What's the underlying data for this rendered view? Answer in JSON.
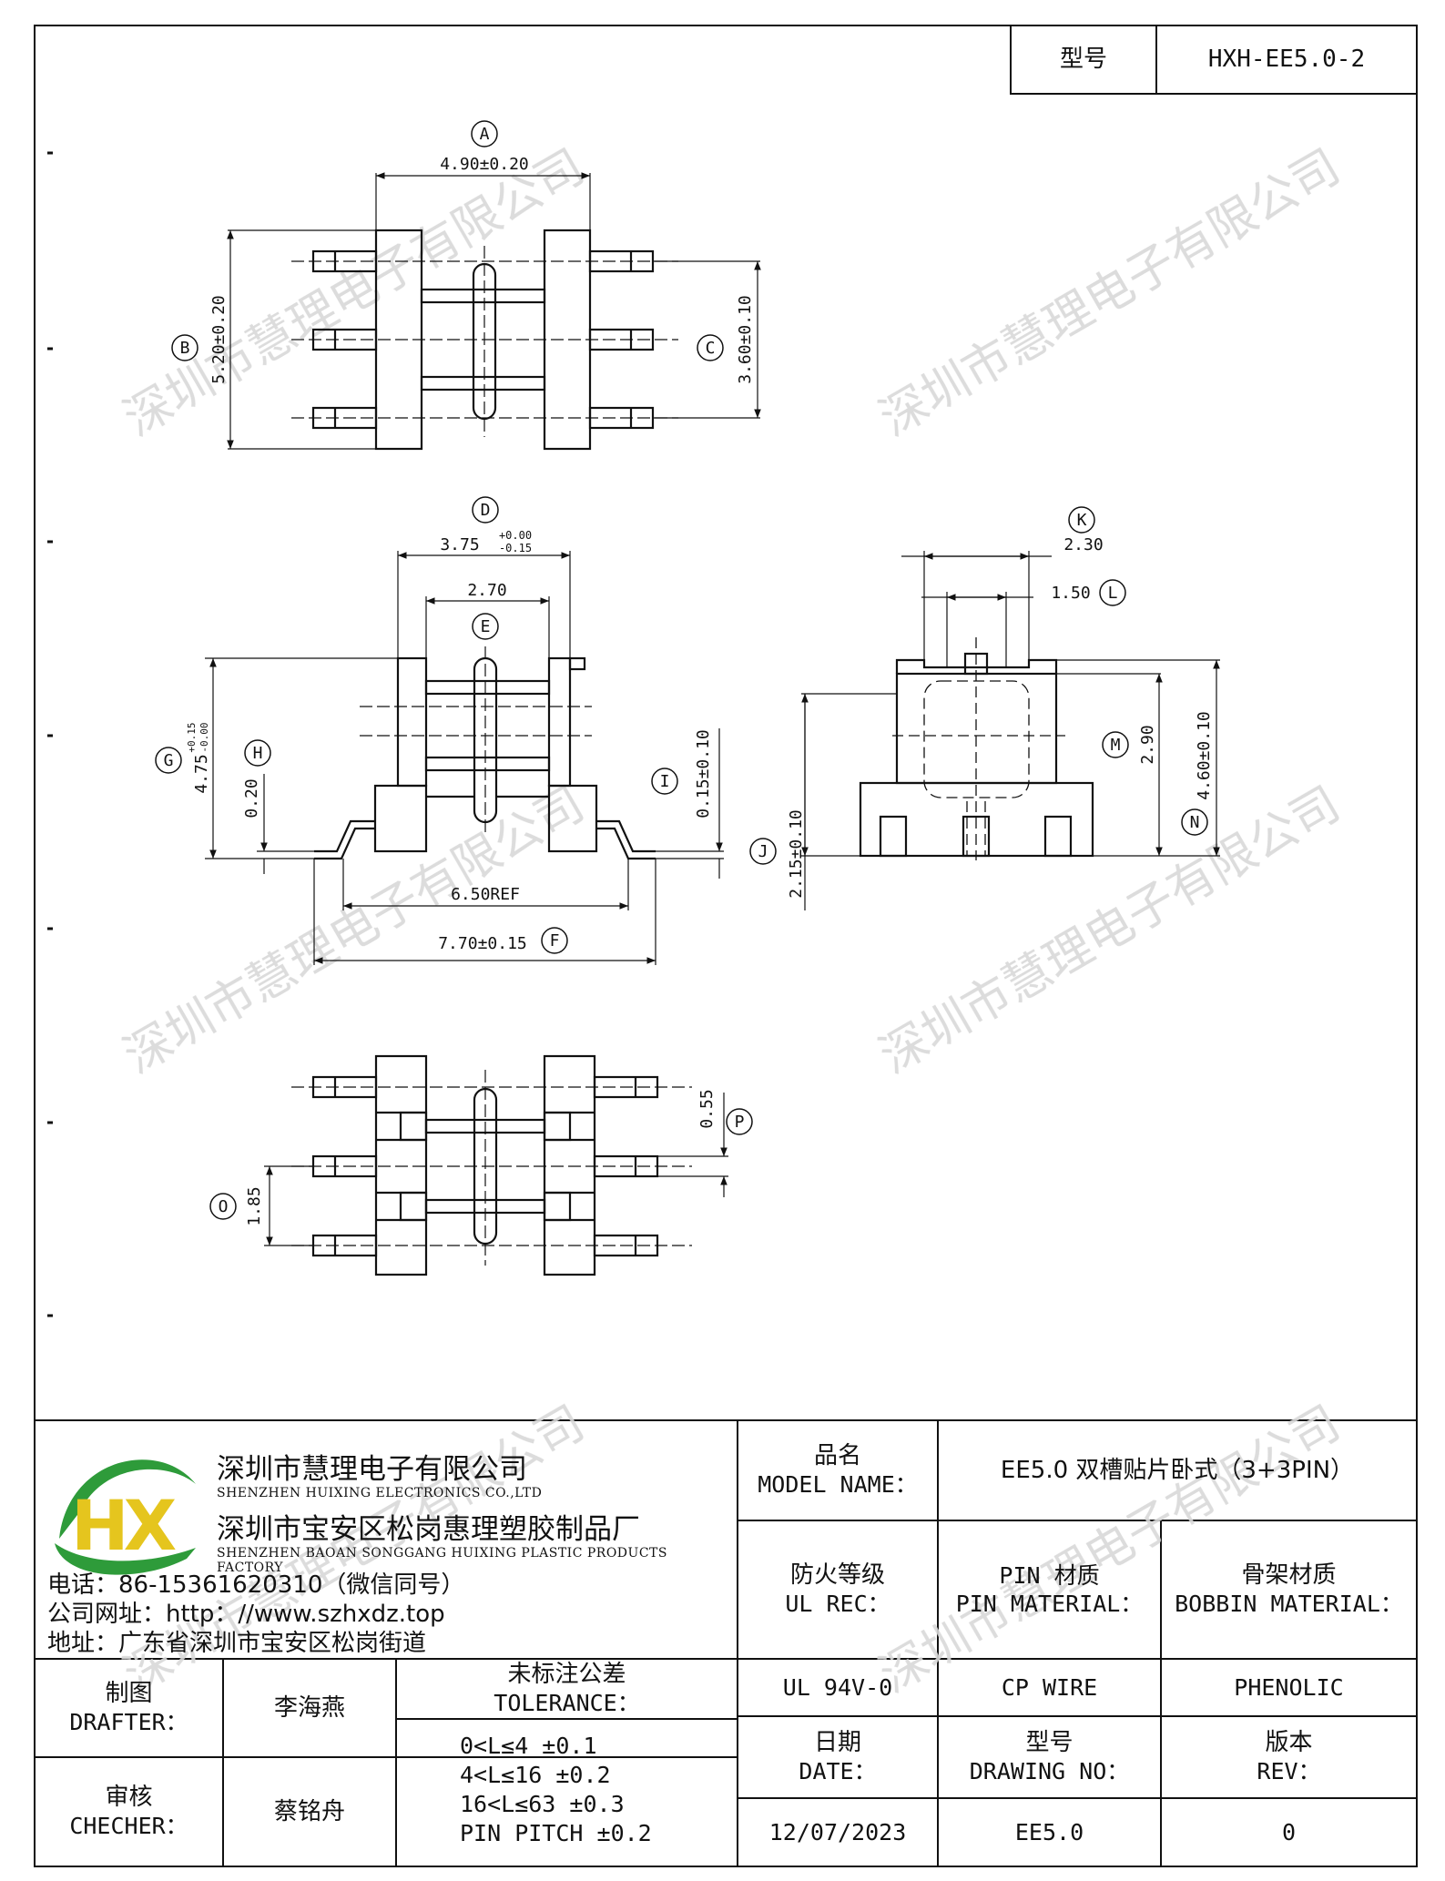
{
  "header": {
    "model_label": "型号",
    "model_value": "HXH-EE5.0-2"
  },
  "diagram": {
    "top_view": {
      "dim_a": {
        "tag": "A",
        "value": "4.90±0.20"
      },
      "dim_b": {
        "tag": "B",
        "value": "5.20±0.20"
      },
      "dim_c": {
        "tag": "C",
        "value": "3.60±0.10"
      }
    },
    "front_view": {
      "dim_d": {
        "tag": "D",
        "value": "3.75",
        "sup": "+0.00",
        "sub": "-0.15"
      },
      "dim_e": {
        "tag": "E",
        "value": "2.70"
      },
      "dim_g": {
        "tag": "G",
        "value": "4.75",
        "sup": "+0.15",
        "sub": "-0.00"
      },
      "dim_h": {
        "tag": "H",
        "value": "0.20"
      },
      "dim_i": {
        "tag": "I",
        "value": "0.15±0.10"
      },
      "ref": {
        "value": "6.50REF"
      },
      "dim_f": {
        "tag": "F",
        "value": "7.70±0.15"
      }
    },
    "side_view": {
      "dim_k": {
        "tag": "K",
        "value": "2.30"
      },
      "dim_l": {
        "tag": "L",
        "value": "1.50"
      },
      "dim_m": {
        "tag": "M",
        "value": "2.90"
      },
      "dim_n": {
        "tag": "N",
        "value": "4.60±0.10"
      },
      "dim_j": {
        "tag": "J",
        "value": "2.15±0.10"
      }
    },
    "bottom_view": {
      "dim_p": {
        "tag": "P",
        "value": "0.55"
      },
      "dim_o": {
        "tag": "O",
        "value": "1.85"
      }
    },
    "watermark": "深圳市慧理电子有限公司"
  },
  "logo": {
    "letters": "HX"
  },
  "company": {
    "name_cn": "深圳市慧理电子有限公司",
    "name_en": "SHENZHEN HUIXING ELECTRONICS CO.,LTD",
    "factory_cn": "深圳市宝安区松岗惠理塑胶制品厂",
    "factory_en": "SHENZHEN BAOAN SONGGANG HUIXING PLASTIC PRODUCTS FACTORY",
    "phone": "电话：86-15361620310（微信同号）",
    "website": "公司网址：http：//www.szhxdz.top",
    "address": "地址：广东省深圳市宝安区松岗街道"
  },
  "title_block": {
    "model_name_label_cn": "品名",
    "model_name_label_en": "MODEL NAME：",
    "model_name_value": "EE5.0 双槽贴片卧式（3+3PIN）",
    "ul_label_cn": "防火等级",
    "ul_label_en": "UL REC：",
    "pin_label_cn": "PIN 材质",
    "pin_label_en": "PIN MATERIAL：",
    "bobbin_label_cn": "骨架材质",
    "bobbin_label_en": "BOBBIN MATERIAL：",
    "ul_value": "UL 94V-0",
    "pin_value": "CP WIRE",
    "bobbin_value": "PHENOLIC",
    "drafter_cn": "制图",
    "drafter_en": "DRAFTER：",
    "drafter_name": "李海燕",
    "checker_cn": "审核",
    "checker_en": "CHECHER：",
    "checker_name": "蔡铭舟",
    "tolerance_cn": "未标注公差",
    "tolerance_en": "TOLERANCE：",
    "tolerance_lines": [
      "0<L≤4   ±0.1",
      "4<L≤16  ±0.2",
      "16<L≤63 ±0.3",
      "PIN PITCH ±0.2"
    ],
    "date_cn": "日期",
    "date_en": "DATE：",
    "drawing_no_cn": "型号",
    "drawing_no_en": "DRAWING NO：",
    "rev_cn": "版本",
    "rev_en": "REV：",
    "date_value": "12/07/2023",
    "drawing_no_value": "EE5.0",
    "rev_value": "0"
  }
}
